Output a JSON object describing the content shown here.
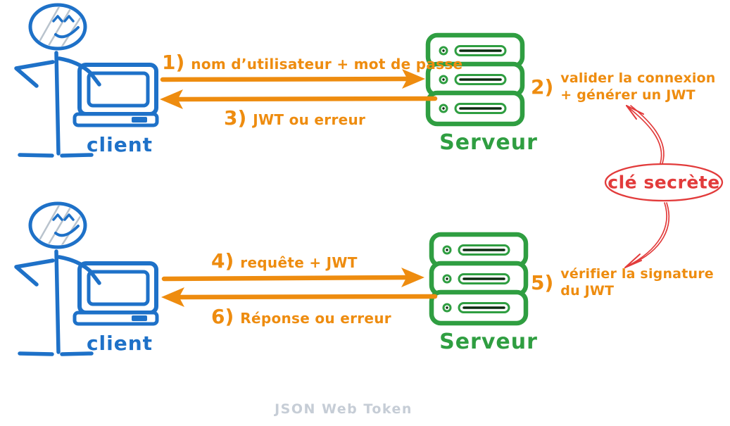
{
  "colors": {
    "client_blue": "#1e71c8",
    "server_green": "#2f9e41",
    "arrow_orange": "#ee8c0f",
    "secret_red": "#e23b3b",
    "watermark_gray": "#c6cdd6"
  },
  "actors": {
    "client_top": "client",
    "server_top": "Serveur",
    "client_bottom": "client",
    "server_bottom": "Serveur"
  },
  "steps": {
    "s1": {
      "num": "1)",
      "text": "nom d’utilisateur + mot de passe"
    },
    "s2": {
      "num": "2)",
      "line1": "valider la connexion",
      "line2": "+ générer un JWT"
    },
    "s3": {
      "num": "3)",
      "text": "JWT ou erreur"
    },
    "s4": {
      "num": "4)",
      "text": "requête + JWT"
    },
    "s5": {
      "num": "5)",
      "line1": "vérifier la signature",
      "line2": "du JWT"
    },
    "s6": {
      "num": "6)",
      "text": "Réponse ou erreur"
    }
  },
  "secret_key": {
    "label": "clé secrète"
  },
  "watermark": "JSON Web Token"
}
